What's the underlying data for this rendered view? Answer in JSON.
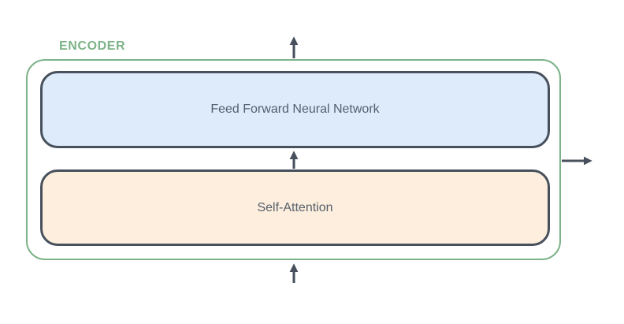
{
  "diagram": {
    "title": "ENCODER",
    "blocks": [
      {
        "id": "ffnn",
        "label": "Feed Forward Neural Network",
        "fill": "#ddebfb"
      },
      {
        "id": "self_attention",
        "label": "Self-Attention",
        "fill": "#fdeedd"
      }
    ],
    "arrows": [
      {
        "name": "input-arrow",
        "direction": "up",
        "position": "below-encoder"
      },
      {
        "name": "between-blocks-arrow",
        "direction": "up",
        "position": "self-attention-to-ffnn"
      },
      {
        "name": "output-arrow-top",
        "direction": "up",
        "position": "above-encoder"
      },
      {
        "name": "output-arrow-right",
        "direction": "right",
        "position": "right-of-encoder"
      }
    ]
  },
  "colors": {
    "encoder-green": "#7db389",
    "block-border": "#47505c",
    "ffnn-fill": "#ddebfb",
    "attention-fill": "#fdeedd",
    "label-text": "#55606c",
    "arrow": "#47505c",
    "canvas-bg": "#ffffff"
  }
}
